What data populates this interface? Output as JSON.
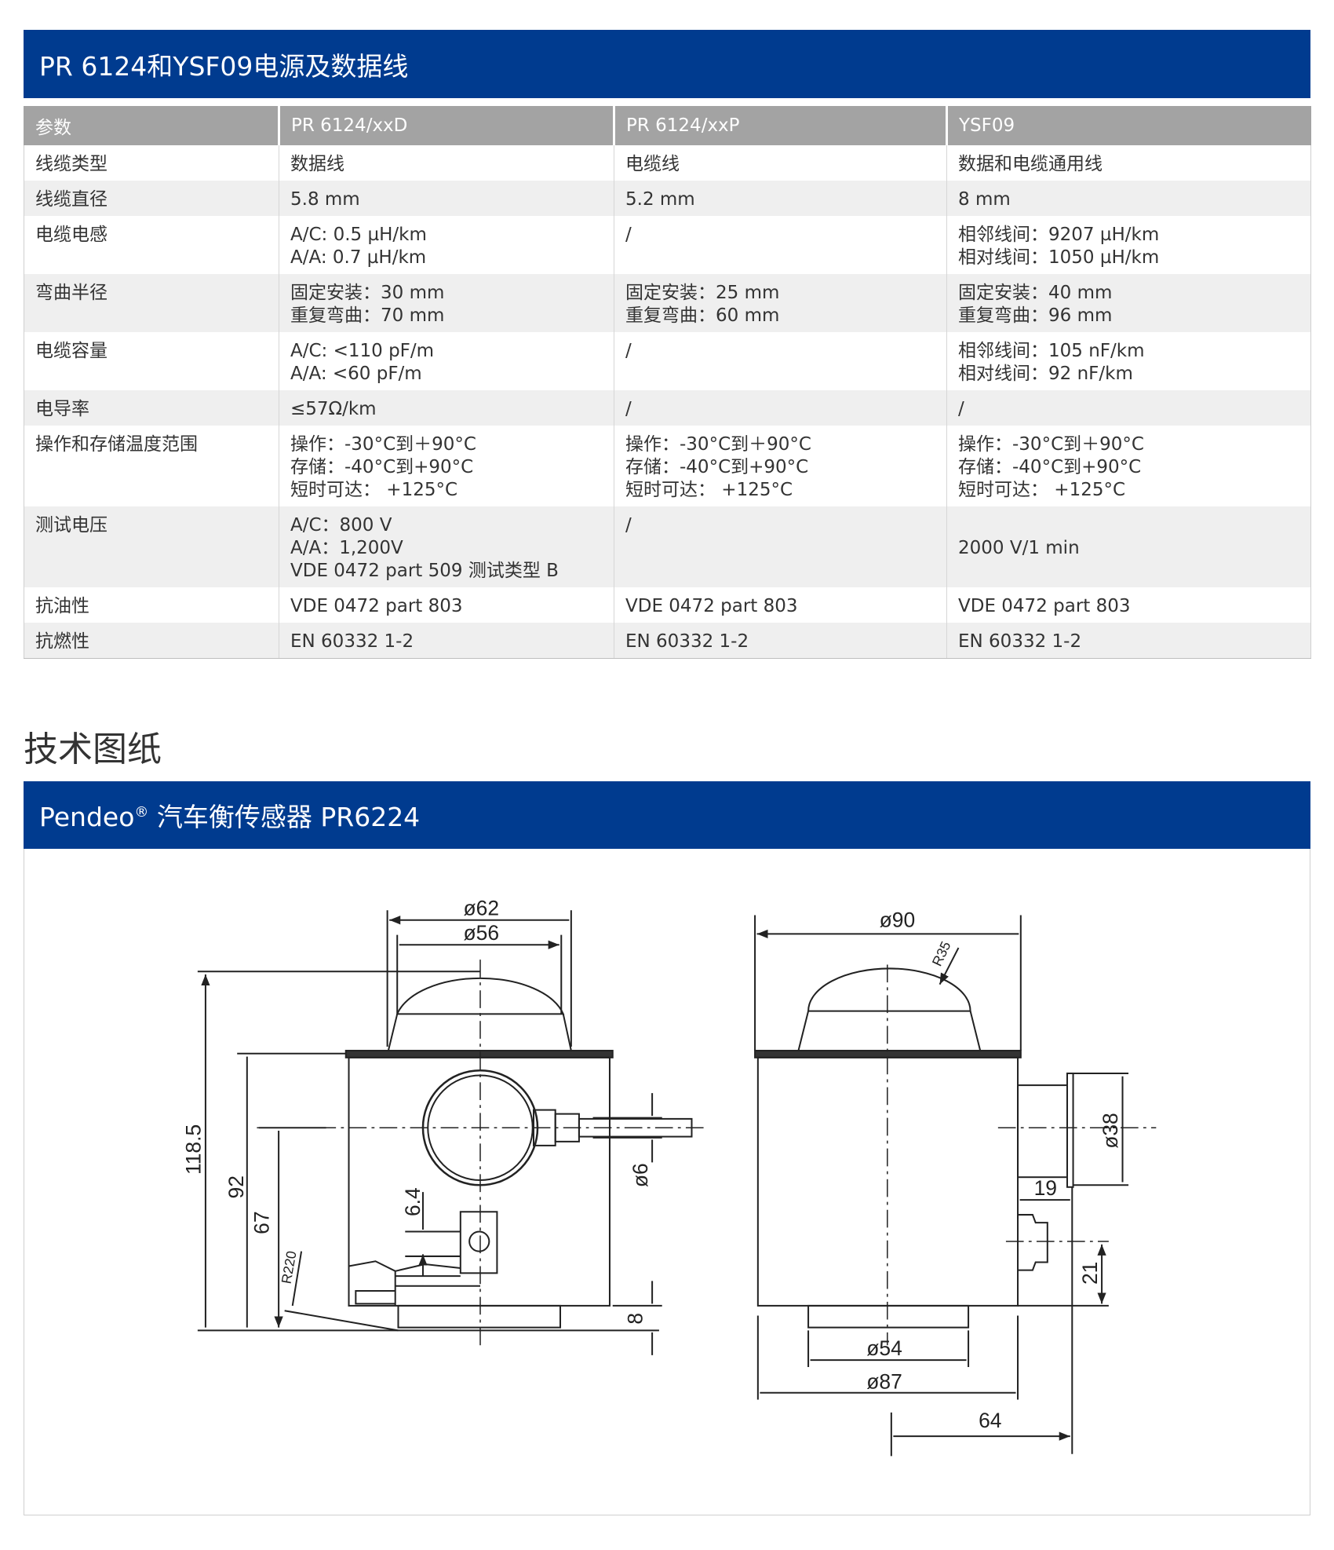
{
  "section1": {
    "title": "PR 6124和YSF09电源及数据线"
  },
  "table": {
    "headers": [
      "参数",
      "PR 6124/xxD",
      "PR 6124/xxP",
      "YSF09"
    ],
    "rows": [
      {
        "cells": [
          [
            "线缆类型"
          ],
          [
            "数据线"
          ],
          [
            "电缆线"
          ],
          [
            "数据和电缆通用线"
          ]
        ]
      },
      {
        "cells": [
          [
            "线缆直径"
          ],
          [
            "5.8 mm"
          ],
          [
            "5.2 mm"
          ],
          [
            "8 mm"
          ]
        ]
      },
      {
        "cells": [
          [
            "电缆电感"
          ],
          [
            "A/C: 0.5 µH/km",
            "A/A: 0.7 µH/km"
          ],
          [
            "/"
          ],
          [
            "相邻线间：9207 µH/km",
            "相对线间：1050 µH/km"
          ]
        ]
      },
      {
        "cells": [
          [
            "弯曲半径"
          ],
          [
            "固定安装：30 mm",
            "重复弯曲：70 mm"
          ],
          [
            "固定安装：25 mm",
            "重复弯曲：60 mm"
          ],
          [
            "固定安装：40 mm",
            "重复弯曲：96 mm"
          ]
        ]
      },
      {
        "cells": [
          [
            "电缆容量"
          ],
          [
            "A/C: <110 pF/m",
            "A/A: <60 pF/m"
          ],
          [
            "/"
          ],
          [
            "相邻线间：105 nF/km",
            "相对线间：92 nF/km"
          ]
        ]
      },
      {
        "cells": [
          [
            "电导率"
          ],
          [
            "≤57Ω/km"
          ],
          [
            "/"
          ],
          [
            "/"
          ]
        ]
      },
      {
        "cells": [
          [
            "操作和存储温度范围"
          ],
          [
            "操作：-30°C到＋90°C",
            "存储：-40°C到+90°C",
            "短时可达：  +125°C"
          ],
          [
            "操作：-30°C到＋90°C",
            "存储：-40°C到+90°C",
            "短时可达：  +125°C"
          ],
          [
            "操作：-30°C到＋90°C",
            "存储：-40°C到+90°C",
            "短时可达：  +125°C"
          ]
        ]
      },
      {
        "cells": [
          [
            "测试电压"
          ],
          [
            " A/C：800 V",
            " A/A：1,200V",
            "VDE 0472 part 509 测试类型 B"
          ],
          [
            "/"
          ],
          [
            "2000 V/1 min"
          ]
        ]
      },
      {
        "cells": [
          [
            "抗油性"
          ],
          [
            "VDE 0472 part 803"
          ],
          [
            "VDE 0472 part 803"
          ],
          [
            "VDE 0472 part 803"
          ]
        ]
      },
      {
        "cells": [
          [
            "抗燃性"
          ],
          [
            "EN 60332 1-2"
          ],
          [
            "EN 60332 1-2"
          ],
          [
            "EN 60332 1-2"
          ]
        ]
      }
    ]
  },
  "section2": {
    "heading": "技术图纸",
    "title_brand": "Pendeo",
    "title_mark": "®",
    "title_rest": " 汽车衡传感器 PR6224"
  },
  "drawing": {
    "labels": {
      "d62": "ø62",
      "d56": "ø56",
      "h118": "118.5",
      "h92": "92",
      "h67": "67",
      "r220": "R220",
      "d6": "ø6",
      "h64": "6.4",
      "h8": "8",
      "d90": "ø90",
      "r35": "R35",
      "d38": "ø38",
      "w19": "19",
      "h21": "21",
      "d54": "ø54",
      "d87": "ø87",
      "w64": "64"
    }
  },
  "colors": {
    "header_blue": "#003b8f",
    "table_header_gray": "#a3a3a3",
    "row_alt": "#efefef"
  }
}
